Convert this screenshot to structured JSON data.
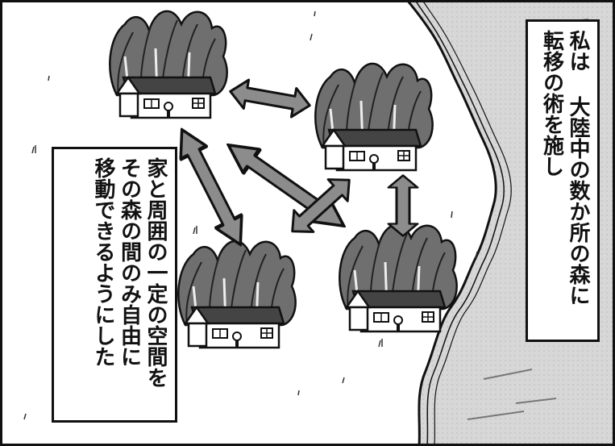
{
  "caption_right": {
    "lines": [
      "私は 大陸中の数か所の森に",
      "転移の術を施し"
    ]
  },
  "caption_left": {
    "lines": [
      "家と周囲の一定の空間を",
      "その森の間のみ自由に",
      "移動できるようにした"
    ]
  },
  "icons": [
    "forest-house-icon",
    "double-arrow-icon"
  ],
  "colors": {
    "ink": "#111111",
    "arrow": "#8c8c8c",
    "coast_gray": "#d4d4d4"
  }
}
